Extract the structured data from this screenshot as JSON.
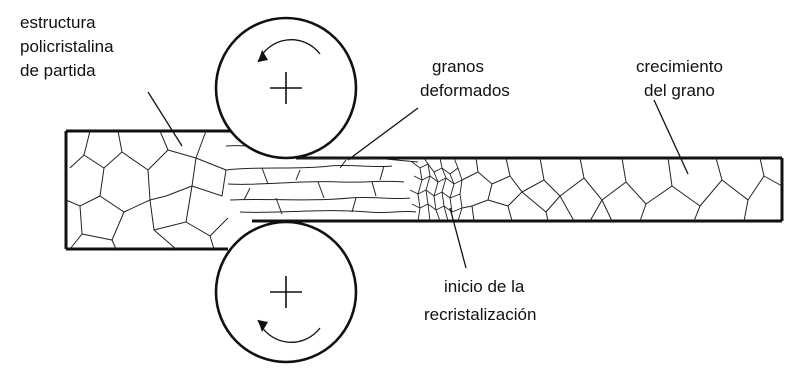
{
  "labels": {
    "starting_structure": [
      "estructura",
      "policristalina",
      "de partida"
    ],
    "deformed_grains": [
      "granos",
      "deformados"
    ],
    "grain_growth": [
      "crecimiento",
      "del grano"
    ],
    "recrystallization_start": [
      "inicio de la",
      "recristalización"
    ]
  }
}
